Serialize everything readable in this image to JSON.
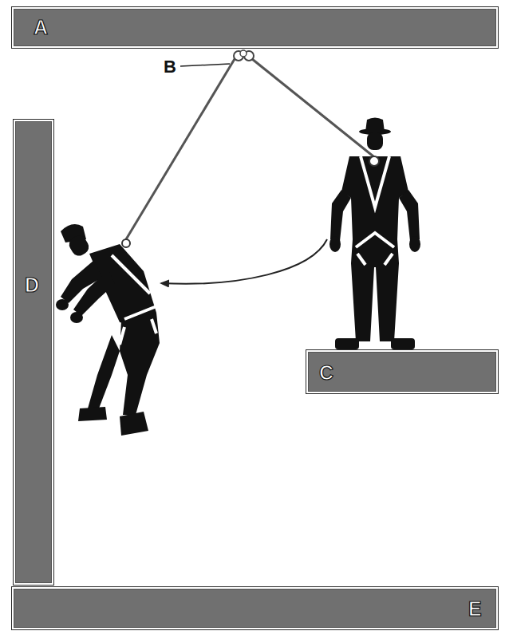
{
  "diagram": {
    "nodes": [
      {
        "text": [
          "A"
        ]
      },
      {
        "text": [
          "D"
        ]
      },
      {
        "text": [
          "C"
        ]
      },
      {
        "text": [
          "E"
        ]
      }
    ],
    "labels": [
      "B"
    ]
  }
}
